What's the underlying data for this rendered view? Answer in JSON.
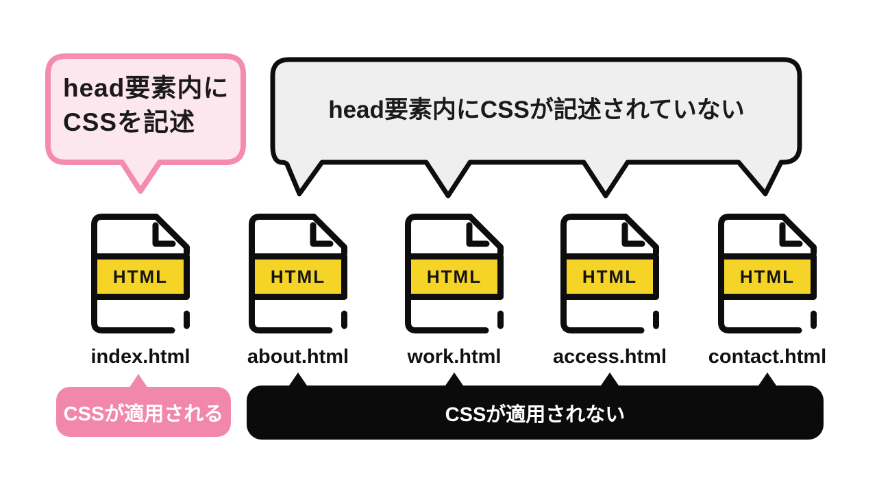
{
  "bubbles": {
    "css_written": {
      "line1": "head要素内に",
      "line2": "CSSを記述"
    },
    "css_not_written": {
      "text": "head要素内にCSSが記述されていない"
    }
  },
  "files": [
    {
      "name": "index.html",
      "badge": "HTML"
    },
    {
      "name": "about.html",
      "badge": "HTML"
    },
    {
      "name": "work.html",
      "badge": "HTML"
    },
    {
      "name": "access.html",
      "badge": "HTML"
    },
    {
      "name": "contact.html",
      "badge": "HTML"
    }
  ],
  "results": {
    "applied": {
      "text": "CSSが適用される"
    },
    "not_applied": {
      "text": "CSSが適用されない"
    }
  },
  "colors": {
    "pink_border": "#F48CAF",
    "pink_bubble_fill": "#FDE7EF",
    "pink_solid": "#F287AC",
    "gray_bubble_fill": "#EFEFEF",
    "outline_black": "#0D0D0D",
    "badge_yellow": "#F5D327",
    "text_black": "#1A1A1A",
    "text_white": "#FFFFFF"
  }
}
